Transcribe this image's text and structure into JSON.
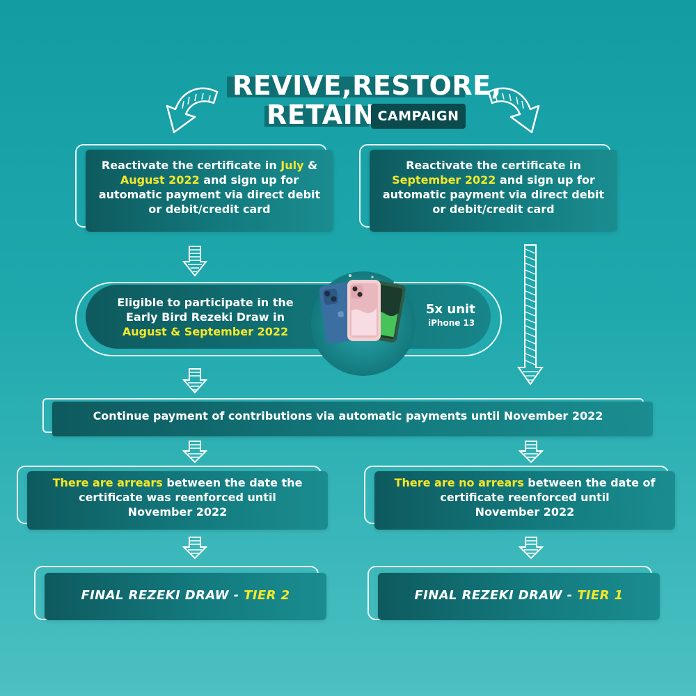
{
  "title": {
    "line1": "REVIVE,RESTORE,",
    "line2": "RETAIN",
    "tag": "CAMPAIGN"
  },
  "box_left_top": {
    "l1_a": "Reactivate the certificate in ",
    "l1_hl": "July",
    "l1_b": " &",
    "l2_hl": "August 2022",
    "l2_b": " and sign up for",
    "l3": "automatic payment via direct debit",
    "l4": "or debit/credit card"
  },
  "box_right_top": {
    "l1": "Reactivate the certificate in",
    "l2_hl": "September 2022",
    "l2_b": " and sign up for",
    "l3": "automatic payment via direct debit",
    "l4": "or debit/credit card"
  },
  "early_bird": {
    "l1": "Eligible to participate in the",
    "l2": "Early Bird Rezeki Draw in",
    "l3_hl": "August & September 2022",
    "prize_count": "5x unit",
    "prize_name": "iPhone 13"
  },
  "continue_box": {
    "text": "Continue payment of contributions via automatic payments until November 2022"
  },
  "arrears_box": {
    "l1_hl": "There are arrears",
    "l1_b": " between the date the",
    "l2": "certificate was reenforced until",
    "l3": "November 2022"
  },
  "no_arrears_box": {
    "l1_hl": "There are no arrears",
    "l1_b": " between the date of",
    "l2": "certificate reenforced until",
    "l3": "November 2022"
  },
  "final_left": {
    "a": "FINAL REZEKI DRAW - ",
    "tier": "TIER 2"
  },
  "final_right": {
    "a": "FINAL REZEKI DRAW - ",
    "tier": "TIER 1"
  },
  "colors": {
    "background": "#1fa9ad",
    "box_dark": "#0e5a5e",
    "highlight": "#f4e82a",
    "outline": "#e9fbfb"
  },
  "icons": [
    "curved-arrow-left-icon",
    "curved-arrow-right-icon",
    "down-arrow-icon",
    "iphone-13-image"
  ]
}
